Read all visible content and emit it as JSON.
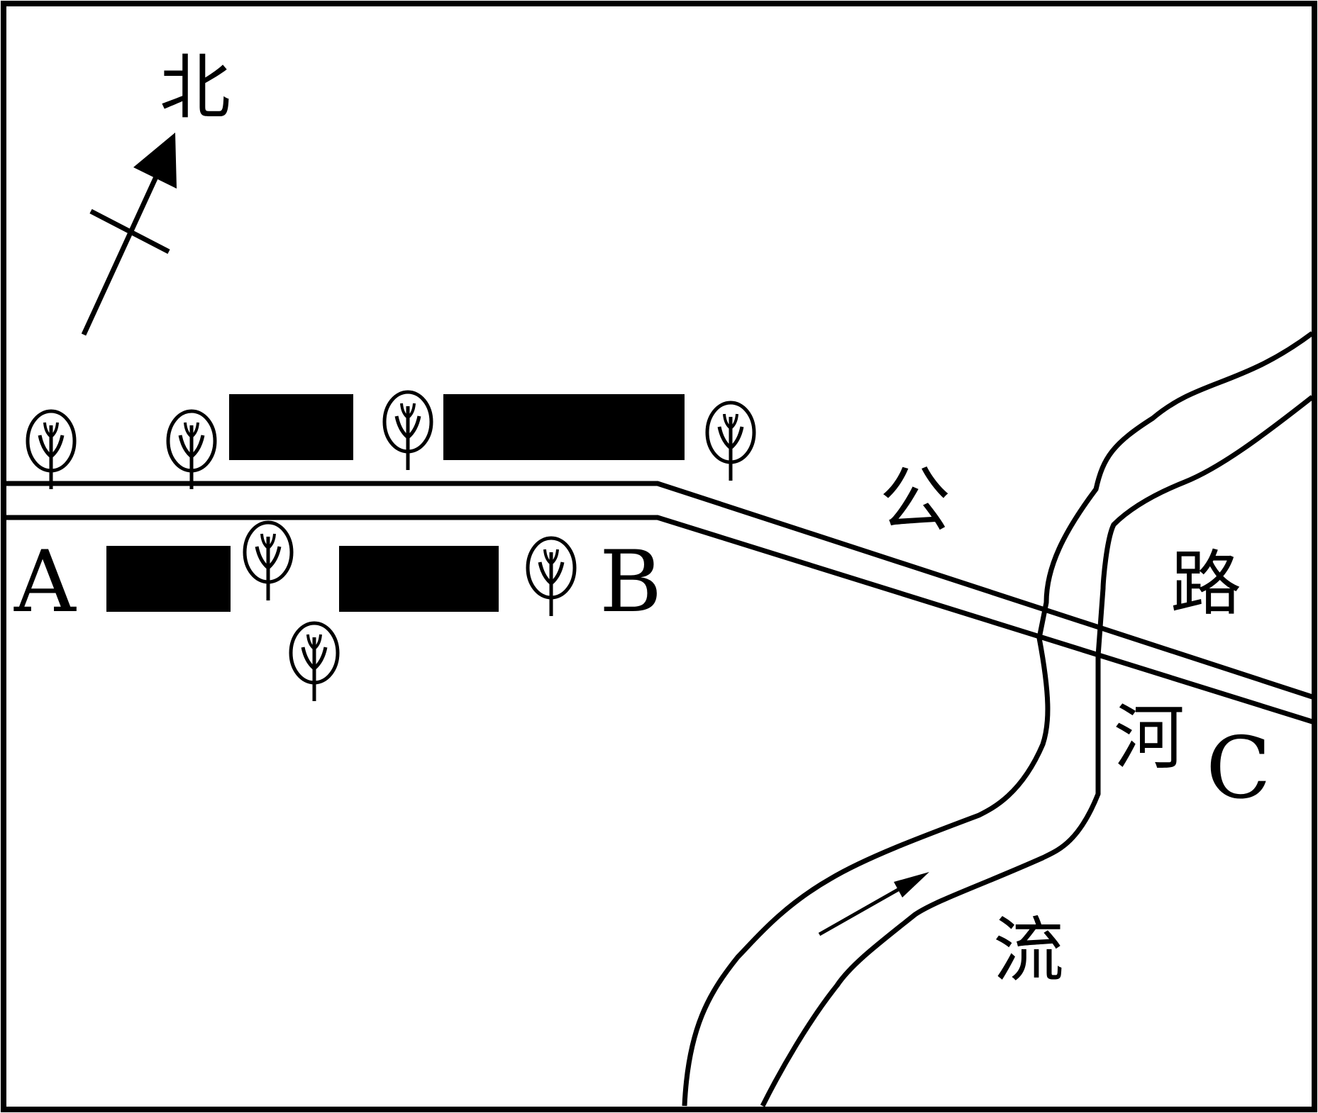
{
  "compass": {
    "north_label": "北"
  },
  "points": {
    "a": "A",
    "b": "B",
    "c": "C"
  },
  "road": {
    "label_char_1": "公",
    "label_char_2": "路"
  },
  "river": {
    "label_char_1": "河",
    "label_char_2": "流"
  },
  "colors": {
    "ink": "#000000",
    "paper": "#ffffff"
  },
  "icons": {
    "tree": "tree-icon",
    "building": "building-block",
    "north_arrow": "north-arrow-icon",
    "flow_arrow": "flow-arrow-icon"
  }
}
